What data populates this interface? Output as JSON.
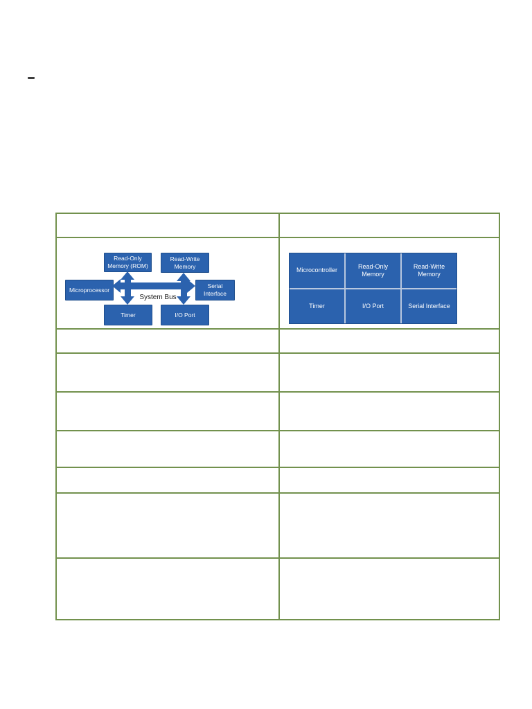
{
  "page": {
    "background": "#ffffff",
    "top_left_mark": "dash"
  },
  "table": {
    "border_color": "#72914D",
    "columns": 2,
    "header_row": {
      "left": "",
      "right": ""
    },
    "empty_body_rows": 7,
    "left_diagram": {
      "type": "block-diagram",
      "subject": "microprocessor-system",
      "box_fill": "#2B62AE",
      "box_border": "#1F4E8C",
      "boxes": {
        "rom_line1": "Read-Only",
        "rom_line2": "Memory (ROM)",
        "rw_line1": "Read-Write",
        "rw_line2": "Memory",
        "microprocessor": "Microprocessor",
        "serial_line1": "Serial",
        "serial_line2": "Interface",
        "timer": "Timer",
        "io_port": "I/O Port"
      },
      "bus_label": "System Bus"
    },
    "right_diagram": {
      "type": "grid-diagram",
      "subject": "microcontroller",
      "cell_fill": "#2B62AE",
      "cells": [
        "Microcontroller",
        "Read-Only Memory",
        "Read-Write Memory",
        "Timer",
        "I/O Port",
        "Serial Interface"
      ]
    }
  }
}
